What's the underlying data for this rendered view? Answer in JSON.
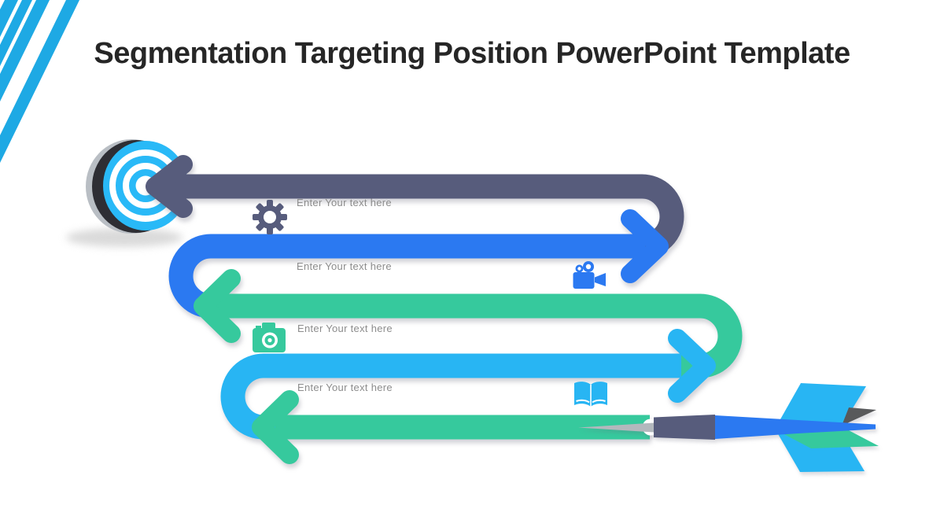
{
  "title": "Segmentation Targeting Position PowerPoint Template",
  "steps": [
    {
      "label": "Enter Your text here",
      "icon": "gear-icon",
      "arrow_color": "#575c7c",
      "arrow_direction": "left"
    },
    {
      "label": "Enter Your text here",
      "icon": "video-camera-icon",
      "arrow_color": "#2b79f1",
      "arrow_direction": "right"
    },
    {
      "label": "Enter Your text here",
      "icon": "camera-icon",
      "arrow_color": "#36c99d",
      "arrow_direction": "left"
    },
    {
      "label": "Enter Your text here",
      "icon": "book-icon",
      "arrow_color": "#28b5f3",
      "arrow_direction": "right"
    }
  ],
  "decorations": {
    "corner": "diagonal-stripes",
    "target": "bullseye-target",
    "dart": "dart-arrow",
    "final_arrow_color": "#36c99d",
    "final_arrow_direction": "left"
  },
  "colors": {
    "background": "#ffffff",
    "title_text": "#262626",
    "label_text": "#8c8c8c",
    "stripe": "#1ea9e4",
    "slate": "#575c7c",
    "blue": "#2b79f1",
    "green": "#36c99d",
    "cyan": "#28b5f3",
    "target_face": "#29b9f7",
    "rim_dark": "#2e2e34",
    "rim_light": "#b9bec4",
    "needle_gray": "#b3b8bd",
    "fin_dark": "#58595b",
    "shadow": "#d4d4d4",
    "white": "#ffffff"
  }
}
